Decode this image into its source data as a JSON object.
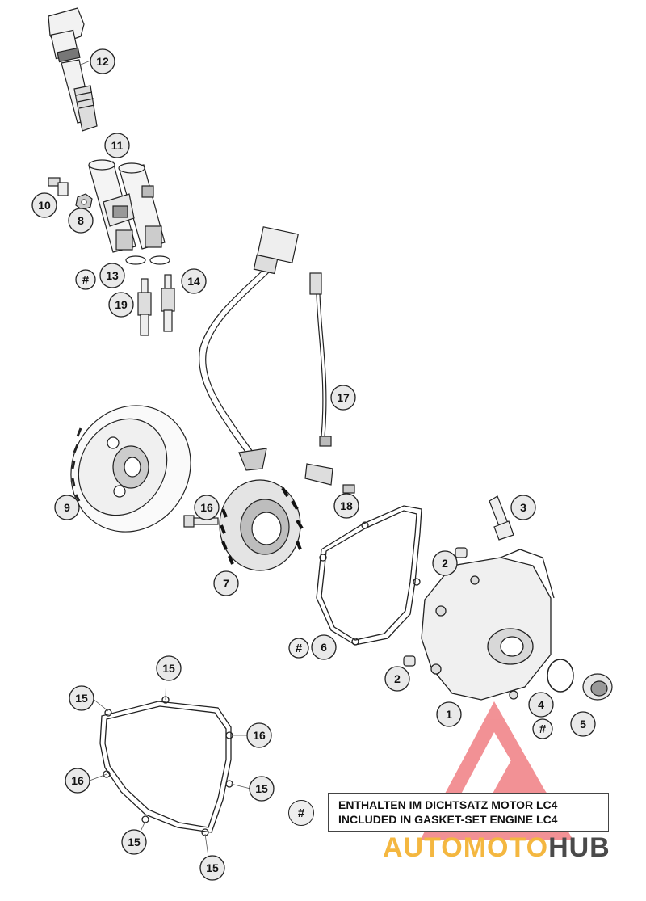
{
  "callouts": [
    {
      "id": "c12",
      "label": "12"
    },
    {
      "id": "c11",
      "label": "11"
    },
    {
      "id": "c10",
      "label": "10"
    },
    {
      "id": "c8",
      "label": "8"
    },
    {
      "id": "c13",
      "label": "13"
    },
    {
      "id": "c14",
      "label": "14"
    },
    {
      "id": "c19",
      "label": "19"
    },
    {
      "id": "c17",
      "label": "17"
    },
    {
      "id": "c9",
      "label": "9"
    },
    {
      "id": "c16a",
      "label": "16"
    },
    {
      "id": "c18",
      "label": "18"
    },
    {
      "id": "c3",
      "label": "3"
    },
    {
      "id": "c7",
      "label": "7"
    },
    {
      "id": "c2a",
      "label": "2"
    },
    {
      "id": "c6",
      "label": "6"
    },
    {
      "id": "c2b",
      "label": "2"
    },
    {
      "id": "c4",
      "label": "4"
    },
    {
      "id": "c1",
      "label": "1"
    },
    {
      "id": "c5",
      "label": "5"
    },
    {
      "id": "c15a",
      "label": "15"
    },
    {
      "id": "c15b",
      "label": "15"
    },
    {
      "id": "c16b",
      "label": "16"
    },
    {
      "id": "c16c",
      "label": "16"
    },
    {
      "id": "c15c",
      "label": "15"
    },
    {
      "id": "c15d",
      "label": "15"
    },
    {
      "id": "c15e",
      "label": "15"
    }
  ],
  "hash_symbol": "#",
  "legend": {
    "line1": "ENTHALTEN IM DICHTSATZ MOTOR LC4",
    "line2": "INCLUDED IN GASKET-SET ENGINE LC4"
  },
  "watermark": {
    "part1": "AUTOMOTO",
    "part2": "HUB",
    "colors": {
      "accent": "#f4b740",
      "dark": "#4a4a4a",
      "triangle": "#e8393f"
    }
  }
}
